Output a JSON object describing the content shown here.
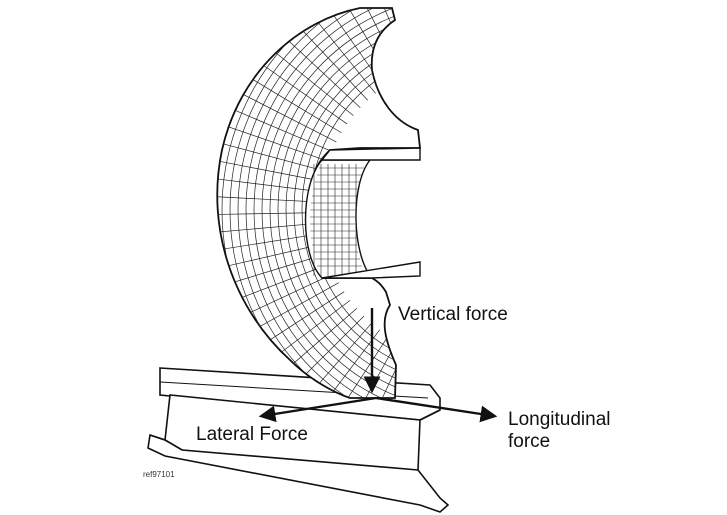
{
  "labels": {
    "vertical": "Vertical force",
    "longitudinal_line1": "Longitudinal",
    "longitudinal_line2": "force",
    "lateral": "Lateral Force",
    "reference": "ref97101"
  },
  "colors": {
    "line": "#111111",
    "background": "#ffffff"
  },
  "icons": {
    "wheel": "wheel-mesh-icon",
    "rail": "rail-section-icon"
  }
}
